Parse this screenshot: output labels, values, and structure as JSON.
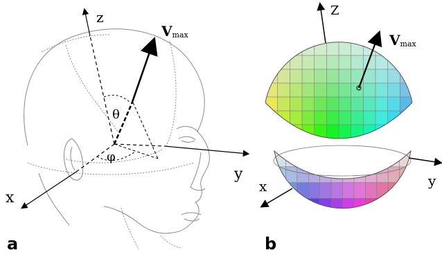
{
  "panel_a": {
    "label": "a",
    "axis_z": "z",
    "axis_y": "y",
    "axis_x": "x",
    "vector_v": "V",
    "vector_sub": "max",
    "angle_theta": "θ",
    "angle_phi": "φ"
  },
  "panel_b": {
    "label": "b",
    "axis_z": "Z",
    "axis_y": "y",
    "axis_x": "x",
    "vector_v": "V",
    "vector_sub": "max"
  },
  "colors": {
    "line": "#000000",
    "head_outline": "#8a8a8a",
    "sphere_grid": "#7a7a7a"
  }
}
